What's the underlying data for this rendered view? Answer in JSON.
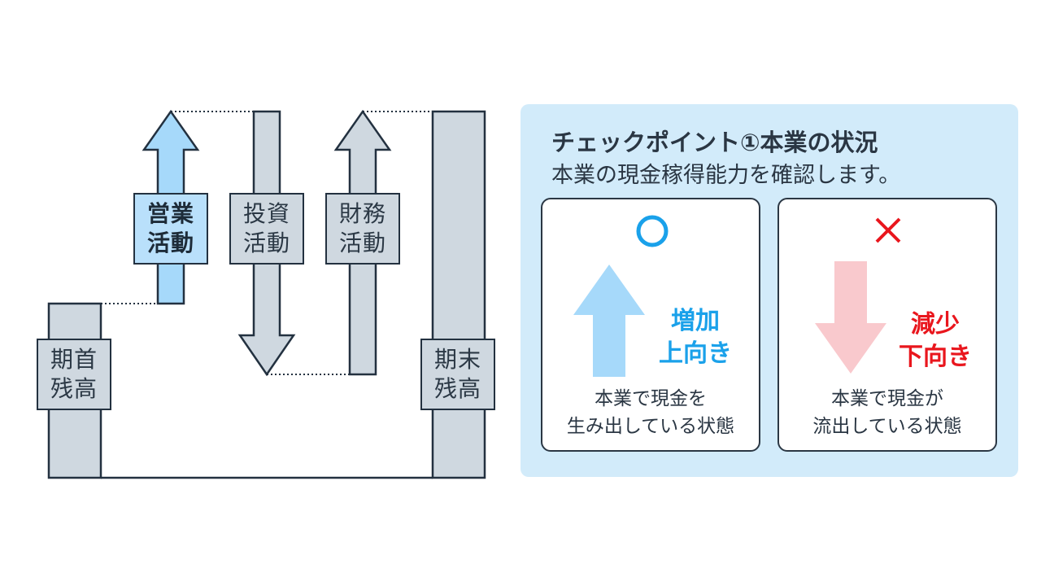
{
  "diagram": {
    "operating_label": [
      "営業",
      "活動"
    ],
    "investing_label": [
      "投資",
      "活動"
    ],
    "financing_label": [
      "財務",
      "活動"
    ],
    "opening_label": [
      "期首",
      "残高"
    ],
    "closing_label": [
      "期末",
      "残高"
    ]
  },
  "panel": {
    "title": "チェックポイント①本業の状況",
    "subtitle": "本業の現金稼得能力を確認します。",
    "good": {
      "mark": "○",
      "tag": [
        "増加",
        "上向き"
      ],
      "desc": [
        "本業で現金を",
        "生み出している状態"
      ]
    },
    "bad": {
      "mark": "×",
      "tag": [
        "減少",
        "下向き"
      ],
      "desc": [
        "本業で現金が",
        "流出している状態"
      ]
    }
  },
  "colors": {
    "dark": "#233140",
    "gray_fill": "#cfd8e0",
    "blue_fill": "#a6d9fa",
    "good_text": "#1aa1ea",
    "bad_text": "#e9161d",
    "red_arrow": "#f9c9cd",
    "panel_bg": "#d2ebfa"
  }
}
